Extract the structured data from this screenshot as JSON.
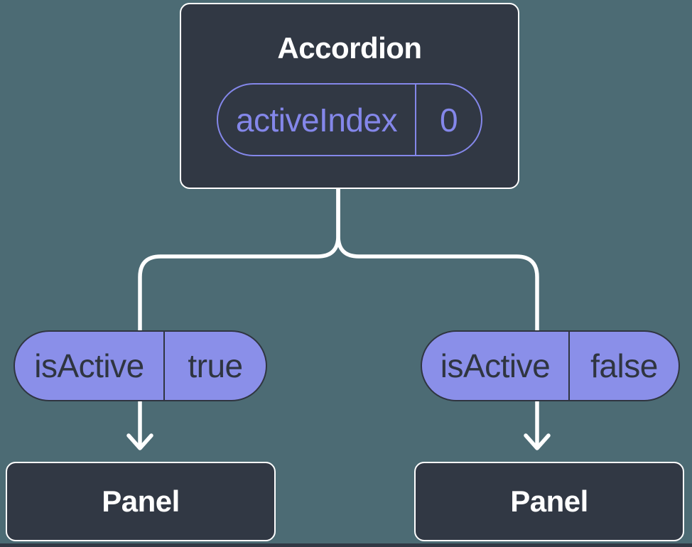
{
  "colors": {
    "background": "#4C6B74",
    "node_fill": "#313844",
    "node_border": "#FFFFFF",
    "connector": "#FFFFFF",
    "pill_fill": "#8A8FE9",
    "pill_text": "#2F3540",
    "pill_outline": "#8487EA",
    "title_text": "#FFFFFF"
  },
  "tree": {
    "root": {
      "title": "Accordion",
      "state_pill": {
        "label": "activeIndex",
        "value": "0"
      }
    },
    "branches": [
      {
        "prop_pill": {
          "label": "isActive",
          "value": "true"
        },
        "node": {
          "title": "Panel"
        }
      },
      {
        "prop_pill": {
          "label": "isActive",
          "value": "false"
        },
        "node": {
          "title": "Panel"
        }
      }
    ]
  }
}
